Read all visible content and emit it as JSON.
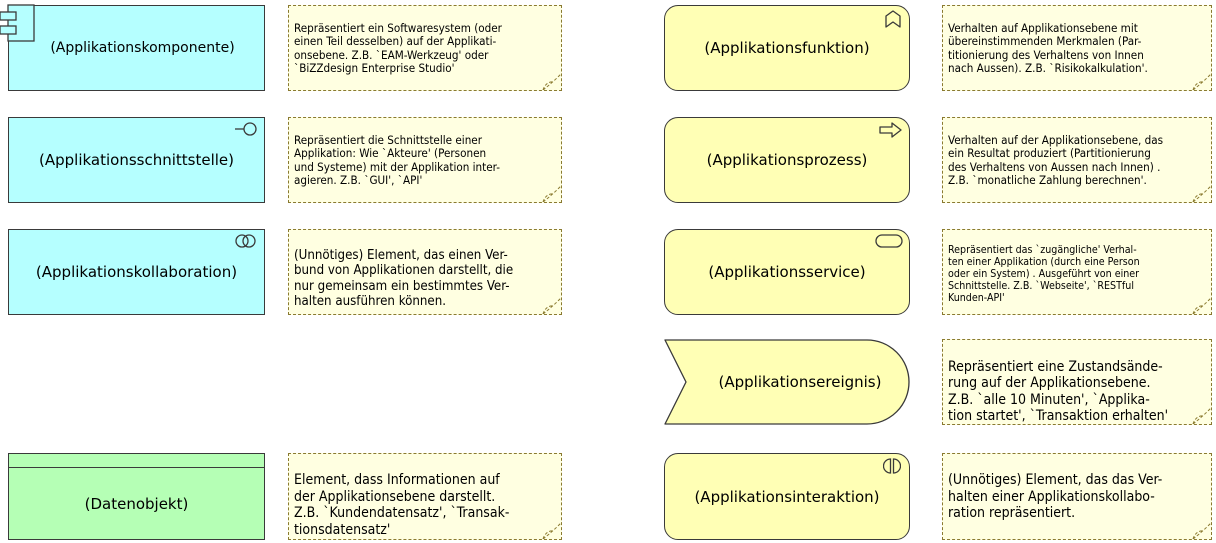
{
  "elements": {
    "komponente": "(Applikationskomponente)",
    "schnittstelle": "(Applikationsschnittstelle)",
    "kollaboration": "(Applikationskollaboration)",
    "datenobjekt": "(Datenobjekt)",
    "funktion": "(Applikationsfunktion)",
    "prozess": "(Applikationsprozess)",
    "service": "(Applikationsservice)",
    "ereignis": "(Applikationsereignis)",
    "interaktion": "(Applikationsinteraktion)"
  },
  "notes": {
    "komponente": "Repräsentiert ein Softwaresystem (oder\neinen Teil desselben) auf der Applikati-\nonsebene. Z.B. `EAM-Werkzeug' oder\n`BiZZdesign Enterprise Studio'",
    "schnittstelle": "Repräsentiert die Schnittstelle einer\nApplikation: Wie `Akteure' (Personen\nund Systeme) mit der Applikation inter-\nagieren. Z.B. `GUI', `API'",
    "kollaboration": "(Unnötiges) Element, das einen Ver-\nbund von Applikationen darstellt, die\nnur gemeinsam ein bestimmtes Ver-\nhalten ausführen können.",
    "datenobjekt": "Element, dass Informationen auf\nder Applikationsebene darstellt.\nZ.B. `Kundendatensatz', `Transak-\ntionsdatensatz'",
    "funktion": "Verhalten auf Applikationsebene mit\nübereinstimmenden Merkmalen (Par-\ntitionierung des Verhaltens von Innen\nnach Aussen). Z.B. `Risikokalkulation'.",
    "prozess": "Verhalten auf der Applikationsebene, das\nein Resultat produziert (Partitionierung\ndes Verhaltens von Aussen nach Innen) .\nZ.B. `monatliche Zahlung berechnen'.",
    "service": "Repräsentiert das `zugängliche' Verhal-\nten einer Applikation (durch eine Person\noder ein System) . Ausgeführt von einer\nSchnittstelle. Z.B. `Webseite', `RESTful\nKunden-API'",
    "ereignis": "Repräsentiert eine Zustandsände-\nrung auf der Applikationsebene.\nZ.B. `alle 10 Minuten', `Applika-\ntion startet', `Transaktion erhalten'",
    "interaktion": "(Unnötiges) Element, das das Ver-\nhalten einer Applikationskollabo-\nration repräsentiert."
  },
  "colors": {
    "application": "#b5ffff",
    "behavior": "#ffffb5",
    "data": "#b5ffb5",
    "note": "#ffffe1"
  }
}
